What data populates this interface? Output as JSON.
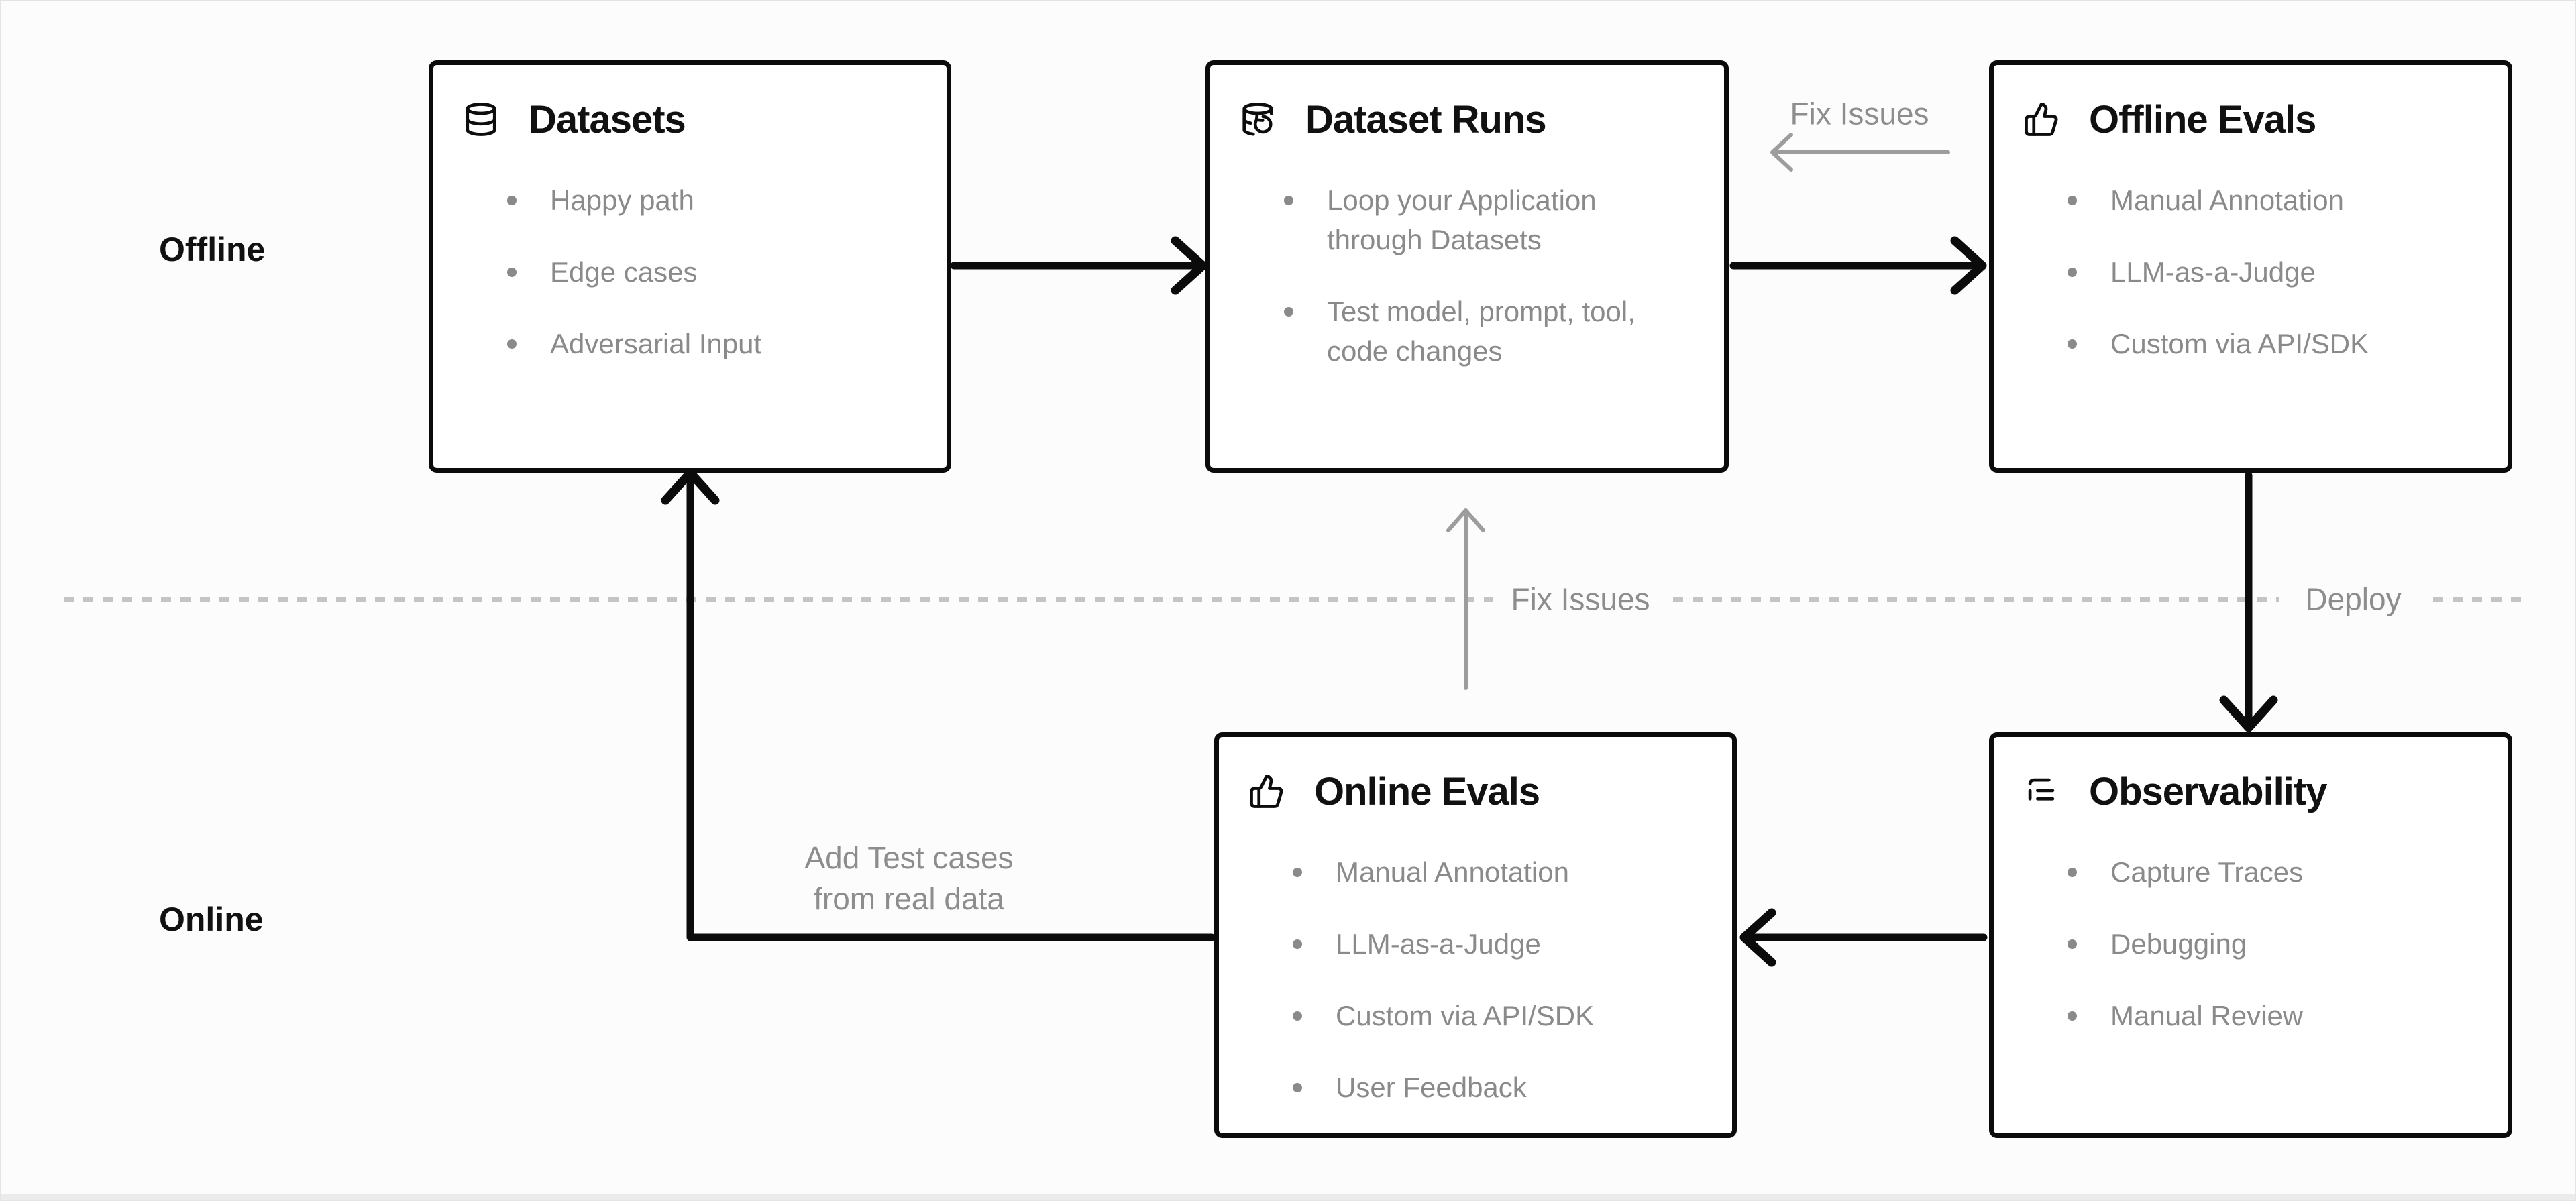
{
  "diagram": {
    "lanes": {
      "offline": "Offline",
      "online": "Online"
    },
    "boxes": [
      {
        "id": "datasets",
        "icon": "database-icon",
        "title": "Datasets",
        "bullets": [
          "Happy path",
          "Edge cases",
          "Adversarial Input"
        ]
      },
      {
        "id": "dataset-runs",
        "icon": "database-refresh-icon",
        "title": "Dataset Runs",
        "bullets": [
          "Loop your Application\nthrough Datasets",
          "Test model, prompt, tool,\ncode changes"
        ]
      },
      {
        "id": "offline-evals",
        "icon": "thumbs-up-icon",
        "title": "Offline Evals",
        "bullets": [
          "Manual Annotation",
          "LLM-as-a-Judge",
          "Custom via API/SDK"
        ]
      },
      {
        "id": "online-evals",
        "icon": "thumbs-up-icon",
        "title": "Online Evals",
        "bullets": [
          "Manual Annotation",
          "LLM-as-a-Judge",
          "Custom via API/SDK",
          "User Feedback"
        ]
      },
      {
        "id": "observability",
        "icon": "list-tree-icon",
        "title": "Observability",
        "bullets": [
          "Capture Traces",
          "Debugging",
          "Manual Review"
        ]
      }
    ],
    "labels": {
      "fix_issues_top": "Fix Issues",
      "fix_issues_mid": "Fix Issues",
      "deploy": "Deploy",
      "add_test_cases": "Add Test cases\nfrom real data"
    },
    "colors": {
      "background": "#fcfcfc",
      "box_bg": "#ffffff",
      "box_border": "#0b0b0b",
      "title_text": "#111111",
      "bullet_text": "#8a8a8a",
      "label_text": "#8d8d8d",
      "arrow_black": "#0b0b0b",
      "arrow_gray": "#9d9d9d",
      "divider_gray": "#c4c4c4"
    }
  }
}
